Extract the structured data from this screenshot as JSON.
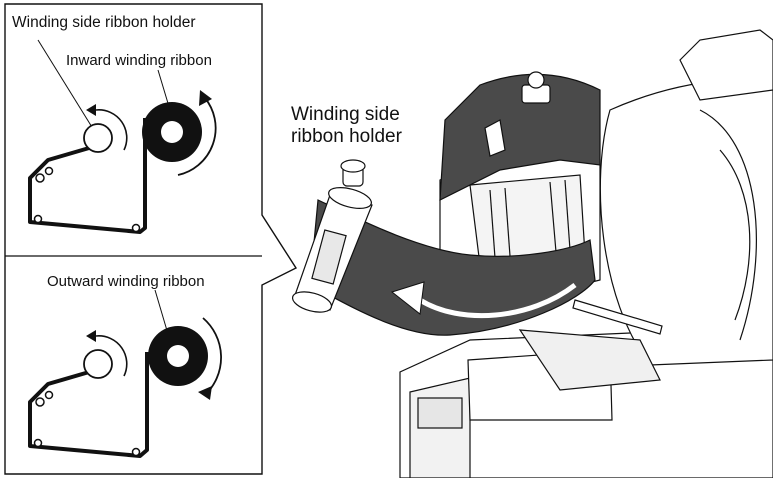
{
  "labels": {
    "winding_side_ribbon_holder": "Winding side ribbon holder",
    "inward_winding_ribbon": "Inward winding ribbon",
    "outward_winding_ribbon": "Outward winding ribbon",
    "main_label_line1": "Winding side",
    "main_label_line2": "ribbon holder"
  },
  "colors": {
    "ribbon": "#4a4a4a",
    "outline": "#111111",
    "arrow": "#ffffff"
  }
}
